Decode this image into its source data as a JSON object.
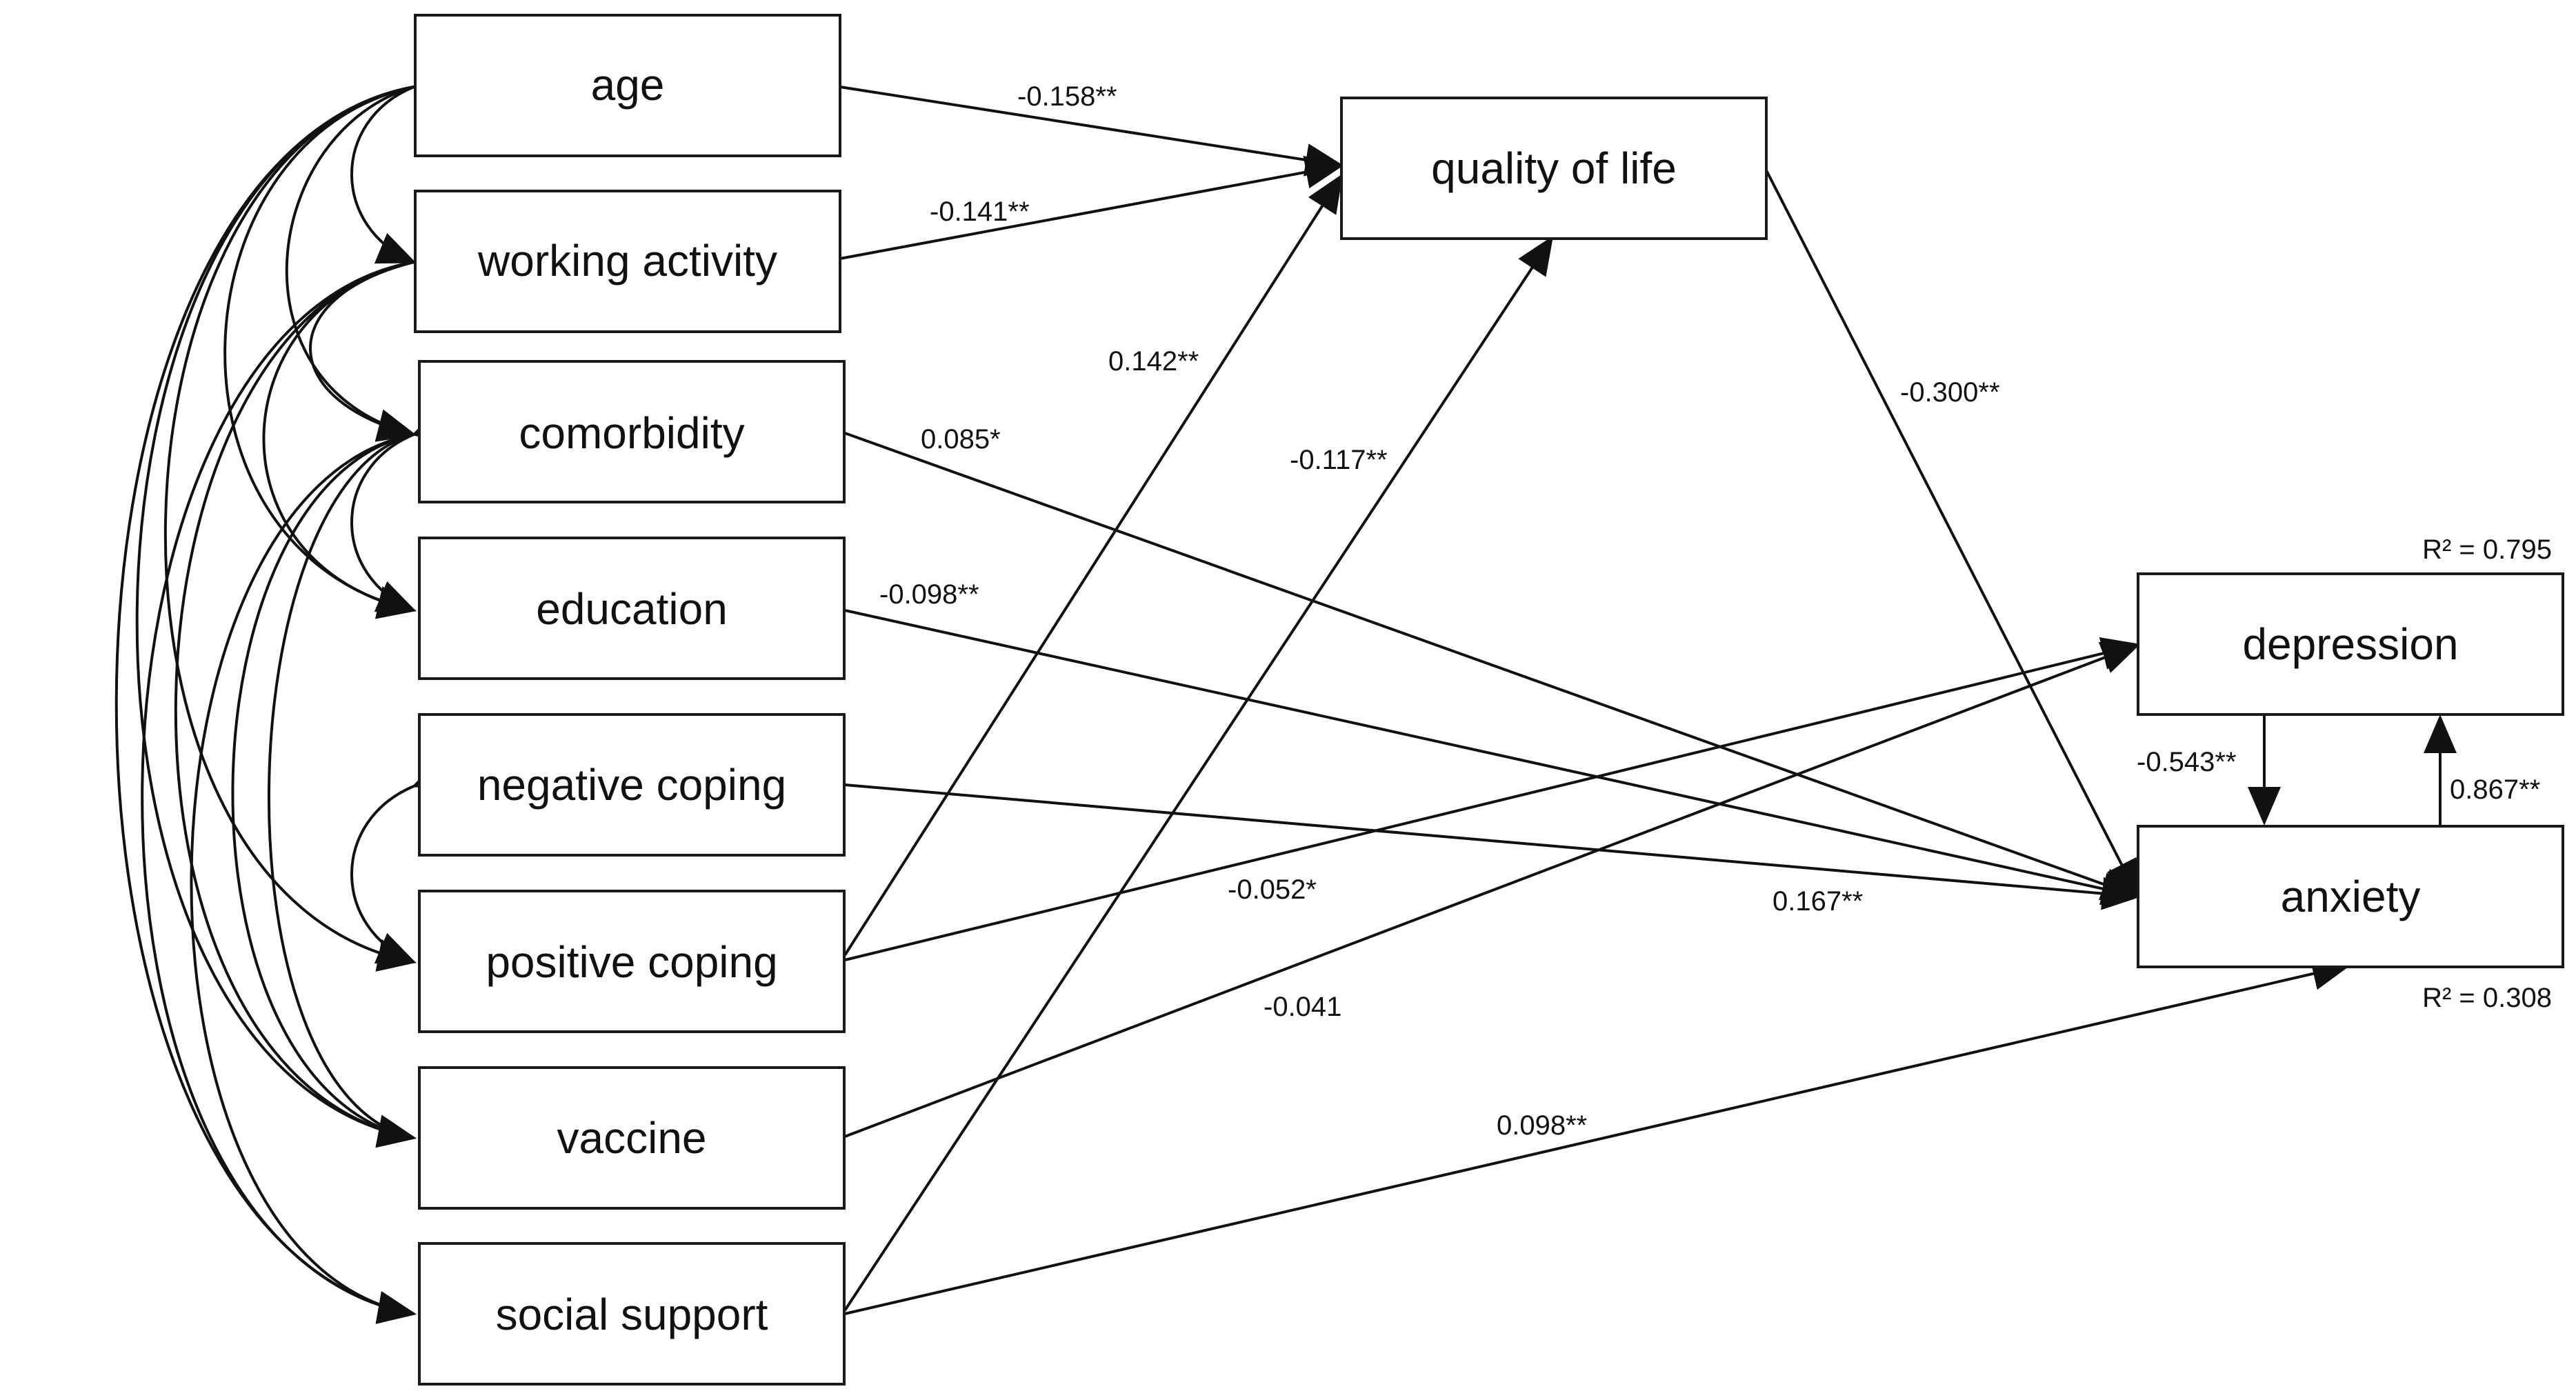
{
  "nodes": {
    "age": "age",
    "working_activity": "working activity",
    "comorbidity": "comorbidity",
    "education": "education",
    "negative_coping": "negative coping",
    "positive_coping": "positive coping",
    "vaccine": "vaccine",
    "social_support": "social support",
    "quality_of_life": "quality of life",
    "depression": "depression",
    "anxiety": "anxiety"
  },
  "r_squared": {
    "depression": "R² = 0.795",
    "anxiety": "R² = 0.308"
  },
  "paths": {
    "age_qol": "-0.158**",
    "work_qol": "-0.141**",
    "poscoping_qol": "0.142**",
    "social_qol": "-0.117**",
    "qol_anxiety": "-0.300**",
    "comorbidity_anxiety": "0.085*",
    "education_anxiety": "-0.098**",
    "negcoping_anxiety": "0.167**",
    "poscoping_depression": "-0.052*",
    "vaccine_depression": "-0.041",
    "social_anxiety": "0.098**",
    "depression_anxiety": "-0.543**",
    "anxiety_depression": "0.867**"
  }
}
